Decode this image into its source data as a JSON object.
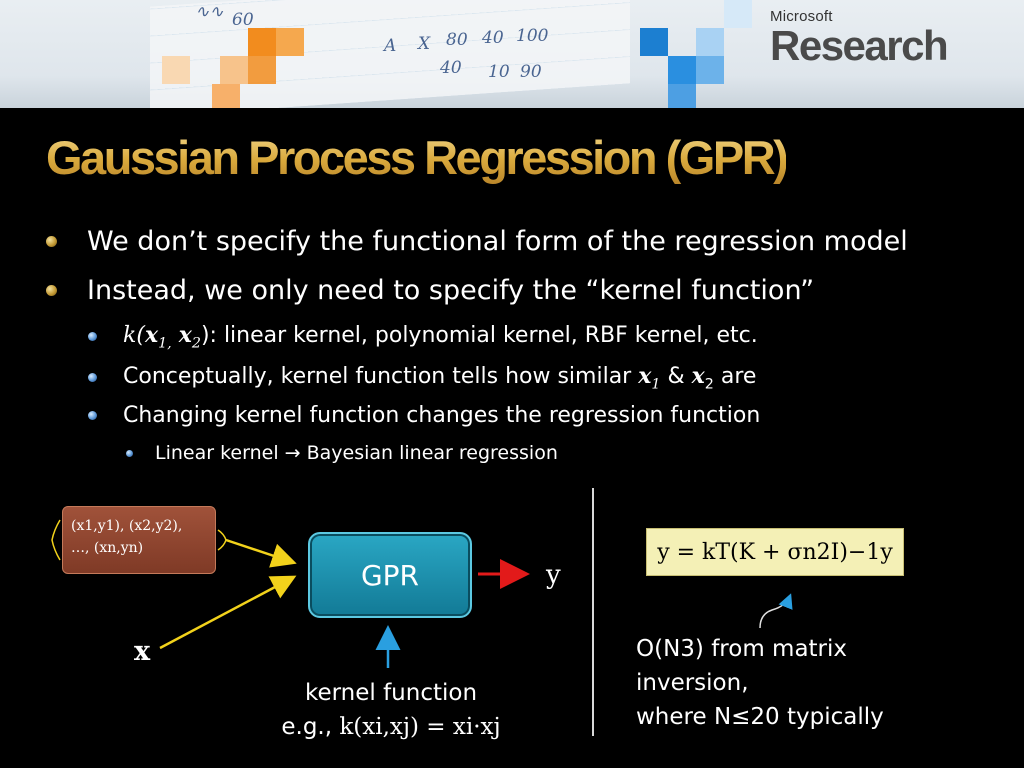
{
  "header": {
    "brand_small": "Microsoft",
    "brand_big": "Research",
    "scribbles": [
      "A",
      "X",
      "80",
      "40",
      "100",
      "10",
      "90",
      "40",
      "60"
    ]
  },
  "title": "Gaussian Process Regression (GPR)",
  "bullets": [
    {
      "text": "We don’t specify the functional form of the regression model"
    },
    {
      "text": "Instead, we only need to specify the “kernel function”"
    }
  ],
  "sub_bullets": {
    "kernel_prefix_k": "k",
    "kernel_x1": "x",
    "kernel_sub1": "1,",
    "kernel_x2": "x",
    "kernel_sub2": "2",
    "kernel_suffix": "): linear kernel, polynomial kernel, RBF kernel, etc.",
    "similar_text": "Conceptually, kernel function tells how similar",
    "similar_x1": "x",
    "similar_sub1": "1",
    "similar_amp": "&",
    "similar_x2": "x",
    "similar_sub2": "2",
    "similar_end": "are",
    "changing": "Changing kernel function changes the regression function",
    "linear": "Linear kernel → Bayesian linear regression"
  },
  "diagram": {
    "data_line1": "(x1,y1), (x2,y2),",
    "data_line2": "…, (xn,yn)",
    "gpr_label": "GPR",
    "output_label": "y",
    "input_label": "x",
    "kernel_line1": "kernel function",
    "kernel_line2_prefix": "e.g.,",
    "kernel_line2_formula": "k(xi,xj) = xi·xj",
    "formula": "y = kT(K + σn2I)−1y",
    "note_line1": "O(N3) from matrix",
    "note_line2": "inversion,",
    "note_line3": "where N≤20 typically"
  },
  "colors": {
    "title_gold": "#d2a33a",
    "gpr_box": "#1f95b3",
    "data_box": "#8a4430",
    "arrow_yellow": "#f2d21b",
    "arrow_red": "#e21a1a",
    "arrow_blue": "#2a9fe0",
    "formula_bg": "#f4f0b6"
  }
}
